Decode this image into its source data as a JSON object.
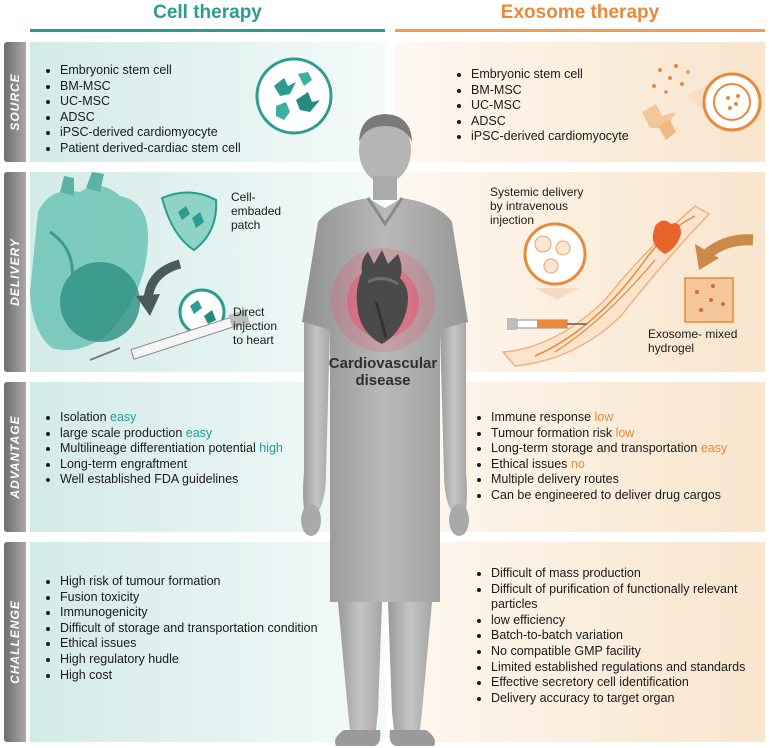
{
  "headers": {
    "cell": "Cell therapy",
    "exosome": "Exosome therapy"
  },
  "rows": {
    "source": "SOURCE",
    "delivery": "DELIVERY",
    "advantage": "ADVANTAGE",
    "challenge": "CHALLENGE"
  },
  "center": {
    "disease_line1": "Cardiovascular",
    "disease_line2": "disease"
  },
  "cell": {
    "source": [
      "Embryonic stem cell",
      "BM-MSC",
      "UC-MSC",
      "ADSC",
      "iPSC-derived cardiomyocyte",
      "Patient derived-cardiac stem cell"
    ],
    "delivery": {
      "patch_l1": "Cell-",
      "patch_l2": "embaded",
      "patch_l3": "patch",
      "inj_l1": "Direct",
      "inj_l2": "injection",
      "inj_l3": "to heart"
    },
    "advantage": [
      {
        "text": "Isolation ",
        "hl": "easy"
      },
      {
        "text": "large scale production ",
        "hl": "easy"
      },
      {
        "text": "Multilineage differentiation potential ",
        "hl": "high"
      },
      {
        "text": "Long-term engraftment",
        "hl": ""
      },
      {
        "text": "Well established FDA guidelines",
        "hl": ""
      }
    ],
    "challenge": [
      "High risk of tumour formation",
      "Fusion toxicity",
      "Immunogenicity",
      "Difficult of storage and  transportation condition",
      "Ethical issues",
      "High regulatory hudle",
      "High cost"
    ]
  },
  "exosome": {
    "source": [
      "Embryonic stem cell",
      "BM-MSC",
      "UC-MSC",
      "ADSC",
      "iPSC-derived cardiomyocyte"
    ],
    "delivery": {
      "sys_l1": "Systemic delivery",
      "sys_l2": "by intravenous",
      "sys_l3": "injection",
      "hydro_l1": "Exosome- mixed",
      "hydro_l2": "hydrogel"
    },
    "advantage": [
      {
        "text": "Immune response ",
        "hl": "low"
      },
      {
        "text": "Tumour formation risk ",
        "hl": "low"
      },
      {
        "text": "Long-term storage and transportation ",
        "hl": "easy"
      },
      {
        "text": "Ethical issues ",
        "hl": "no"
      },
      {
        "text": "Multiple delivery routes",
        "hl": ""
      },
      {
        "text": "Can be engineered to deliver drug cargos",
        "hl": ""
      }
    ],
    "challenge": [
      "Difficult of mass production",
      "Difficult of purification of functionally relevant particles",
      "low efficiency",
      "Batch-to-batch variation",
      "No compatible GMP facility",
      "Limited established regulations and standards",
      "Effective secretory cell identification",
      "Delivery accuracy to target organ"
    ]
  },
  "colors": {
    "cell_accent": "#2a9d8f",
    "exosome_accent": "#e8893b",
    "tab_gray": "#8a8a8a",
    "heart_glow": "#ff3355"
  }
}
